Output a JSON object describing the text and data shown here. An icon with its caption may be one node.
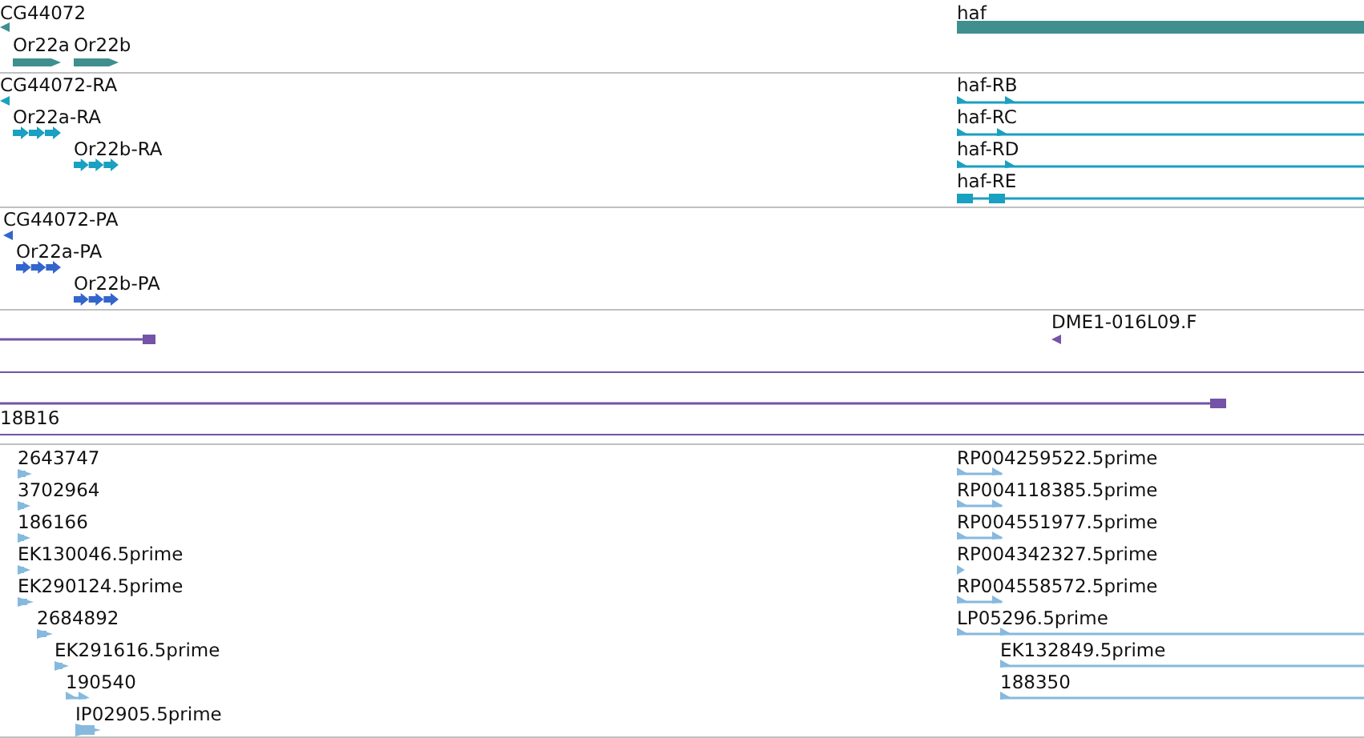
{
  "diagram": {
    "labels": [
      "CG44072",
      "haf",
      "Or22a",
      "Or22b",
      "CG44072-RA",
      "haf-RB",
      "Or22a-RA",
      "haf-RC",
      "Or22b-RA",
      "haf-RD",
      "haf-RE",
      "CG44072-PA",
      "Or22a-PA",
      "Or22b-PA",
      "DME1-016L09.F",
      "18B16",
      "2643747",
      "RP004259522.5prime",
      "3702964",
      "RP004118385.5prime",
      "186166",
      "RP004551977.5prime",
      "EK130046.5prime",
      "RP004342327.5prime",
      "EK290124.5prime",
      "RP004558572.5prime",
      "2684892",
      "LP05296.5prime",
      "EK291616.5prime",
      "EK132849.5prime",
      "190540",
      "188350",
      "IP02905.5prime"
    ]
  }
}
